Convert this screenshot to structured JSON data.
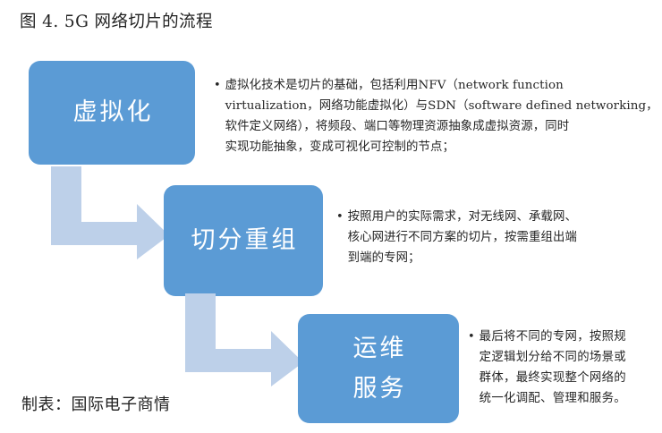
{
  "figure": {
    "title": "图 4. 5G 网络切片的流程",
    "source_caption": "制表：国际电子商情",
    "colors": {
      "box_fill": "#5B9BD5",
      "box_text": "#FFFFFF",
      "arrow_fill": "#BDD0E9",
      "body_text": "#262626",
      "background": "#FFFFFF"
    }
  },
  "steps": [
    {
      "id": "virtualization",
      "box_label_lines": [
        "虚拟化"
      ],
      "bullet_glyph": "•",
      "note_lines": [
        "虚拟化技术是切片的基础，包括利用NFV（network function",
        "virtualization，网络功能虚拟化）与SDN（software defined networking，",
        "软件定义网络），将频段、端口等物理资源抽象成虚拟资源，同时",
        "实现功能抽象，变成可视化可控制的节点；"
      ]
    },
    {
      "id": "slicing",
      "box_label_lines": [
        "切分重组"
      ],
      "bullet_glyph": "•",
      "note_lines": [
        "按照用户的实际需求，对无线网、承载网、",
        "核心网进行不同方案的切片，按需重组出端",
        "到端的专网；"
      ]
    },
    {
      "id": "operations",
      "box_label_lines": [
        "运维",
        "服务"
      ],
      "bullet_glyph": "•",
      "note_lines": [
        "最后将不同的专网，按照规",
        "定逻辑划分给不同的场景或",
        "群体，最终实现整个网络的",
        "统一化调配、管理和服务。"
      ]
    }
  ],
  "connectors": [
    {
      "id": "arrow-virtualization-to-slicing",
      "shape": "elbow-down-right"
    },
    {
      "id": "arrow-slicing-to-operations",
      "shape": "elbow-down-right"
    }
  ]
}
